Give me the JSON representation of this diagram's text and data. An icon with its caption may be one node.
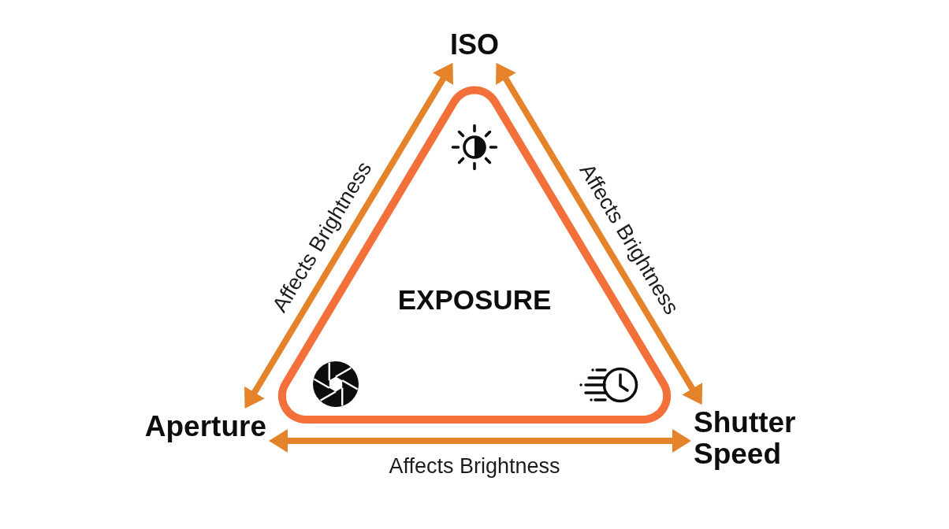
{
  "diagram": {
    "nodes": [
      {
        "text": [
          "ISO"
        ]
      },
      {
        "text": [
          "EXPOSURE"
        ]
      },
      {
        "text": [
          "Aperture"
        ]
      },
      {
        "text": [
          "Shutter Speed"
        ]
      }
    ],
    "edges": [
      {
        "from": 0,
        "to": 2,
        "arrow": "both",
        "label": "Affects Brightness"
      },
      {
        "from": 0,
        "to": 3,
        "arrow": "both",
        "label": "Affects Brightness"
      },
      {
        "from": 2,
        "to": 3,
        "arrow": "both",
        "label": "Affects Brightness"
      }
    ]
  }
}
